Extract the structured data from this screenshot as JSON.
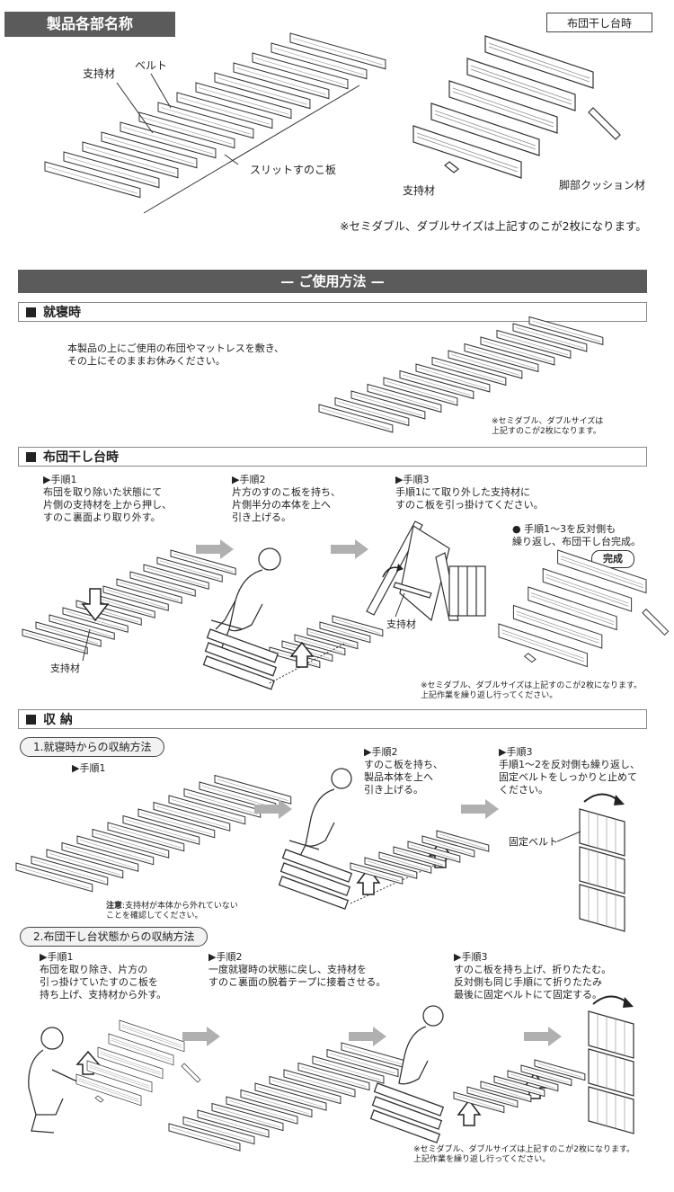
{
  "parts": {
    "title": "製品各部名称",
    "futon_box": "布団干し台時",
    "label_support": "支持材",
    "label_belt": "ベルト",
    "label_slit_board": "スリットすのこ板",
    "label_support2": "支持材",
    "label_cushion": "脚部クッション材",
    "note": "※セミダブル、ダブルサイズは上記すのこが2枚になります。"
  },
  "usage": {
    "banner": "— ご使用方法 —",
    "sleep": {
      "heading": "就寝時",
      "text": "本製品の上にご使用の布団やマットレスを敷き、\nその上にそのままお休みください。",
      "note": "※セミダブル、ダブルサイズは\n上記すのこが2枚になります。"
    },
    "futon": {
      "heading": "布団干し台時",
      "step1": "▶手順1\n布団を取り除いた状態にて\n片側の支持材を上から押し、\nすのこ裏面より取り外す。",
      "step2": "▶手順2\n片方のすのこ板を持ち、\n片側半分の本体を上へ\n引き上げる。",
      "step3": "▶手順3\n手順1にて取り外した支持材に\nすのこ板を引っ掛けてください。",
      "step4": "● 手順1～3を反対側も\n繰り返し、布団干し台完成。",
      "complete": "完成",
      "label_support_a": "支持材",
      "label_support_b": "支持材",
      "note": "※セミダブル、ダブルサイズは上記すのこが2枚になります。\n上記作業を繰り返し行ってください。"
    },
    "storage": {
      "heading": "収 納",
      "sub1": {
        "title": "1.就寝時からの収納方法",
        "step1": "▶手順1",
        "step2": "▶手順2\nすのこ板を持ち、\n製品本体を上へ\n引き上げる。",
        "step3": "▶手順3\n手順1～2を反対側も繰り返し、\n固定ベルトをしっかりと止めて\nください。",
        "belt_label": "固定ベルト",
        "caution_label": "注意",
        "caution_text": ":支持材が本体から外れていない\nことを確認してください。"
      },
      "sub2": {
        "title": "2.布団干し台状態からの収納方法",
        "step1": "▶手順1\n布団を取り除き、片方の\n引っ掛けていたすのこ板を\n持ち上げ、支持材から外す。",
        "step2": "▶手順2\n一度就寝時の状態に戻し、支持材を\nすのこ裏面の脱着テープに接着させる。",
        "step3": "▶手順3\nすのこ板を持ち上げ、折りたたむ。\n反対側も同じ手順にて折りたたみ\n最後に固定ベルトにて固定する。",
        "note": "※セミダブル、ダブルサイズは上記すのこが2枚になります。\n上記作業を繰り返し行ってください。"
      }
    }
  },
  "colors": {
    "dark_bar": "#5b5b5b",
    "arrow_gray": "#b0b0b0",
    "line": "#333333"
  }
}
